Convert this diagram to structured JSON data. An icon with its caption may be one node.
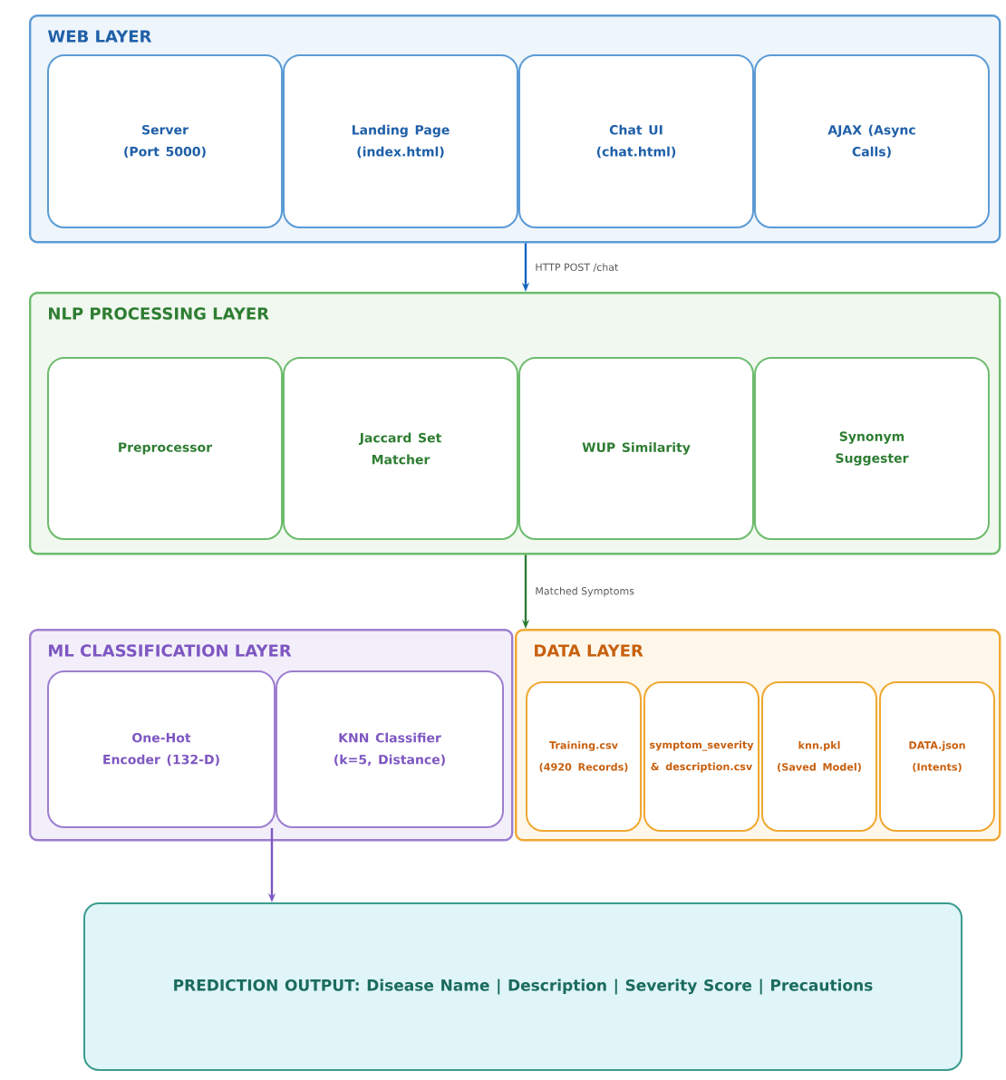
{
  "diagram": {
    "nodes": [
      {
        "text": [
          "WEB LAYER"
        ]
      },
      {
        "text": [
          "Server (Port 5000)"
        ],
        "in": 0
      },
      {
        "text": [
          "Landing Page (index.html)"
        ],
        "in": 0
      },
      {
        "text": [
          "Chat UI (chat.html)"
        ],
        "in": 0
      },
      {
        "text": [
          "AJAX (Async Calls)"
        ],
        "in": 0
      },
      {
        "text": [
          "NLP PROCESSING LAYER"
        ]
      },
      {
        "text": [
          "Preprocessor"
        ],
        "in": 5
      },
      {
        "text": [
          "Jaccard Set Matcher"
        ],
        "in": 5
      },
      {
        "text": [
          "WUP Similarity"
        ],
        "in": 5
      },
      {
        "text": [
          "Synonym Suggester"
        ],
        "in": 5
      },
      {
        "text": [
          "ML CLASSIFICATION LAYER"
        ]
      },
      {
        "text": [
          "One-Hot Encoder (132-D)"
        ],
        "in": 10
      },
      {
        "text": [
          "KNN Classifier (k=5, Distance)"
        ],
        "in": 10
      },
      {
        "text": [
          "DATA LAYER"
        ]
      },
      {
        "text": [
          "Training.csv (4920 Records)"
        ],
        "in": 13
      },
      {
        "text": [
          "symptom_severity & description.csv"
        ],
        "in": 13
      },
      {
        "text": [
          "knn.pkl (Saved Model)"
        ],
        "in": 13
      },
      {
        "text": [
          "DATA.json (Intents)"
        ],
        "in": 13
      },
      {
        "text": [
          "PREDICTION OUTPUT:  Disease Name | Description | Severity Score | Precautions"
        ]
      }
    ],
    "edges": [
      {
        "from": 0,
        "to": 5,
        "arrow": "to",
        "label": "HTTP POST /chat",
        "color": "#1565c0"
      },
      {
        "from": 5,
        "to": 10,
        "arrow": "to",
        "label": "Matched Symptoms",
        "color": "#2e7d32"
      },
      {
        "from": 11,
        "to": 18,
        "arrow": "to",
        "color": "#7e57c2"
      }
    ]
  }
}
